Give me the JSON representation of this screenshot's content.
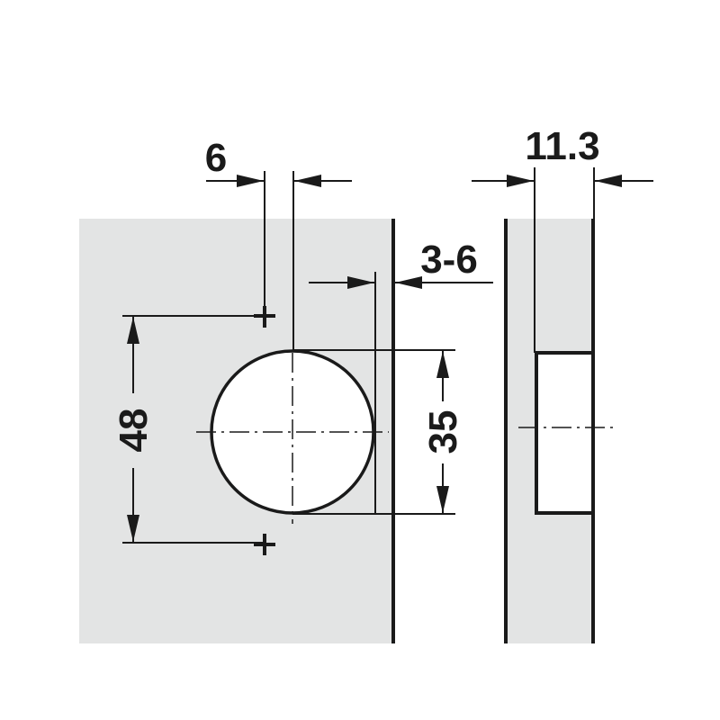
{
  "diagram": {
    "type": "technical drawing - concealed hinge cup drilling dimensions",
    "colors": {
      "panel": "#e3e4e4",
      "line": "#1a1a1a",
      "background": "#ffffff"
    },
    "dimensions": {
      "edge_to_screw_offset": "6",
      "cup_edge_distance": "3-6",
      "screw_spacing": "48",
      "cup_diameter": "35",
      "cup_depth": "11.3"
    }
  }
}
